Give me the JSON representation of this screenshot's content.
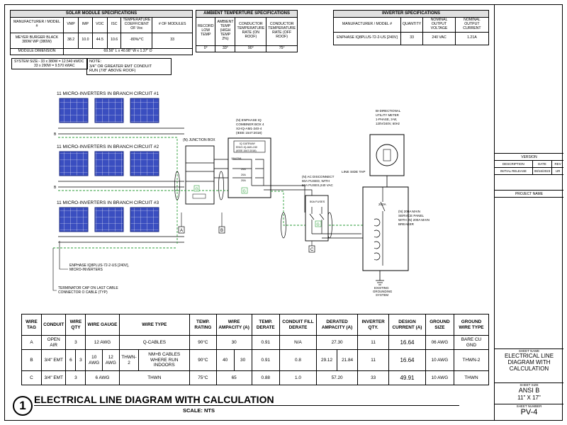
{
  "solar_spec": {
    "title": "SOLAR MODULE SPECIFICATIONS",
    "headers": [
      "MANUFACTURER / MODEL #",
      "VMP",
      "IMP",
      "VOC",
      "ISC",
      "TEMPERATURE COEFFICIENT OF Voc",
      "# OF MODULES"
    ],
    "row": [
      "MEYER BURGER BLACK 380W WP (380W)",
      "38.2",
      "10.0",
      "44.5",
      "10.6",
      "-80%/°C",
      "33"
    ],
    "dim_label": "MODULE DIMENSION",
    "dim_value": "69.56\" L x 40.98\" W x 1.37\" D"
  },
  "ambient_spec": {
    "title": "AMBIENT TEMPERTURE SPECIFICATIONS",
    "headers": [
      "RECORD LOW TEMP",
      "AMBIENT TEMP (HIGH TEMP 2%)",
      "CONDUCTOR TEMPERATURE RATE (ON ROOF)",
      "CONDUCTOR TEMPERATURE RATE (OFF ROOF)"
    ],
    "row": [
      "0°",
      "33°",
      "90°",
      "75°"
    ]
  },
  "inverter_spec": {
    "title": "INVERTER SPECIFICATIONS",
    "headers": [
      "MANUFACTURER / MODEL #",
      "QUANTITY",
      "NOMINAL OUTPUT VOLTAGE",
      "NOMINAL OUTPUT CURRENT"
    ],
    "row": [
      "ENPHASE IQ8PLUS-72-2-US [240V]",
      "33",
      "240 VAC",
      "1.21A"
    ]
  },
  "system_size": {
    "line1": "SYSTEM SIZE:- 33 x 380W = 12.540 kWDC",
    "line2": "33 x 290W = 9.570 kWAC"
  },
  "note": {
    "line1": "NOTE:",
    "line2": "3/4\" OR GREATER EMT CONDUIT",
    "line3": "RUN (7/8\" ABOVE ROOF)"
  },
  "diagram": {
    "branch1": "11 MICRO-INVERTERS IN BRANCH CIRCUIT #1",
    "branch2": "11 MICRO-INVERTERS IN BRANCH CIRCUIT #2",
    "branch3": "11 MICRO-INVERTERS IN BRANCH CIRCUIT #3",
    "b_label": "B",
    "junction_box": "(N) JUNCTION BOX",
    "combiner_l1": "(N) ENPHASE IQ",
    "combiner_l2": "COMBINER BOX 4",
    "combiner_l3": "X2-IQ-AM1-240-4",
    "combiner_l4": "(IEEE 1547:2018)",
    "gateway_l1": "IQ GATEWAY",
    "gateway_l2": "ENV2-IQ-AM1-240",
    "gateway_l3": "(IEEE 1547:2018)",
    "breaker_15": "15A/20A",
    "breaker_20a": "20A",
    "breaker_20b": "20A",
    "breaker_20c": "20A",
    "ac_disc_l1": "(N) AC DISCONNECT",
    "ac_disc_l2": "60A FUSED, WITH",
    "ac_disc_l3": "50A FUSES,240 VAC",
    "fuses": "50A FUSES",
    "line_side_tap": "LINE SIDE TAP",
    "meter_l1": "BI-DIRECTIONAL",
    "meter_l2": "UTILITY METER",
    "meter_l3": "1-PHASE, 3-W,",
    "meter_l4": "120V/240V, 60Hz",
    "main_200": "200A",
    "panel_l1": "(N) 200A MAIN",
    "panel_l2": "SERVICE PANEL",
    "panel_l3": "WITH (N) 200A MAIN",
    "panel_l4": "BREAKER",
    "grounding_l1": "EXISTING",
    "grounding_l2": "GROUNDING",
    "grounding_l3": "SYSTEM",
    "micro_l1": "ENPHASE IQ8PLUS-72-2-US [240V],",
    "micro_l2": "MICRO-INVERTERS",
    "term_l1": "TERMINATOR CAP ON LAST CABLE",
    "term_l2": "CONNECTOR O CABLE (TYP)",
    "tag_a": "A",
    "tag_b": "B",
    "tag_c": "C",
    "g": "G"
  },
  "wire_table": {
    "headers": [
      "WIRE TAG",
      "CONDUIT",
      "WIRE QTY",
      "WIRE GAUGE",
      "WIRE TYPE",
      "TEMP. RATING",
      "WIRE AMPACITY (A)",
      "TEMP. DERATE",
      "CONDUIT FILL DERATE",
      "DERATED AMPACITY (A)",
      "INVERTER QTY.",
      "DESIGN CURRENT (A)",
      "GROUND SIZE",
      "GROUND WIRE TYPE"
    ],
    "row_a": [
      "A",
      "OPEN AIR",
      "3",
      "12 AWG",
      "Q-CABLES",
      "90°C",
      "30",
      "0.91",
      "N/A",
      "27.30",
      "11",
      "16.64",
      "06 AWG",
      "BARE CU GND"
    ],
    "row_b": [
      "B",
      "3/4\" EMT",
      "6",
      "3",
      "10 AWG",
      "12 AWG",
      "THWN-2",
      "NM+B CABLES WHERE RUN INDOORS",
      "90°C",
      "40",
      "30",
      "0.91",
      "0.8",
      "29.12",
      "21.84",
      "11",
      "16.64",
      "10 AWG",
      "THWN-2"
    ],
    "row_c": [
      "C",
      "3/4\" EMT",
      "3",
      "6 AWG",
      "THWN",
      "75°C",
      "65",
      "0.88",
      "1.0",
      "57.20",
      "33",
      "49.91",
      "10 AWG",
      "THWN"
    ]
  },
  "footer": {
    "number": "1",
    "title": "ELECTRICAL LINE DIAGRAM WITH CALCULATION",
    "scale": "SCALE:  NTS"
  },
  "title_block": {
    "version": "VERSION",
    "ver_headers": [
      "DESCRIPTION",
      "DATE",
      "REV"
    ],
    "ver_row": [
      "INITIAL RELEASE",
      "08/16/2023",
      "UR"
    ],
    "project_name": "PROJECT NAME",
    "sheet_name_label": "SHEET NAME",
    "sheet_name_1": "ELECTRICAL LINE",
    "sheet_name_2": "DIAGRAM WITH",
    "sheet_name_3": "CALCULATION",
    "sheet_size_label": "SHEET SIZE",
    "sheet_size_1": "ANSI B",
    "sheet_size_2": "11\" X 17\"",
    "sheet_number_label": "SHEET NUMBER",
    "sheet_number": "PV-4"
  },
  "colors": {
    "ground": "#2e9e3a",
    "panel": "#2b3fa8"
  }
}
